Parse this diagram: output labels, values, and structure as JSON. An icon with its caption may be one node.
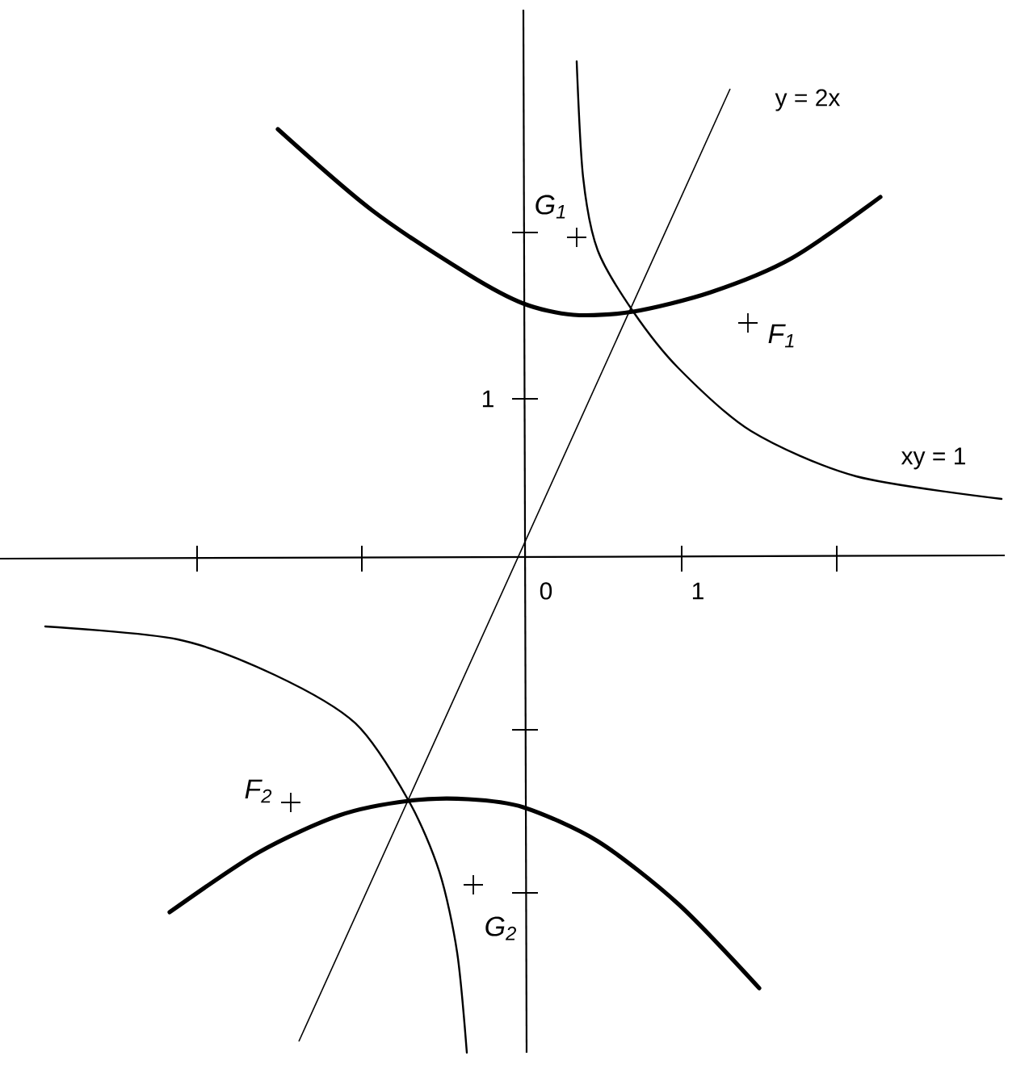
{
  "diagram": {
    "labels": [
      "y = 2x",
      "G$_{1}$",
      "F$_{1}$",
      "1",
      "xy = 1",
      "0",
      "1",
      "F$_{2}$",
      "G$_{2}$"
    ]
  }
}
